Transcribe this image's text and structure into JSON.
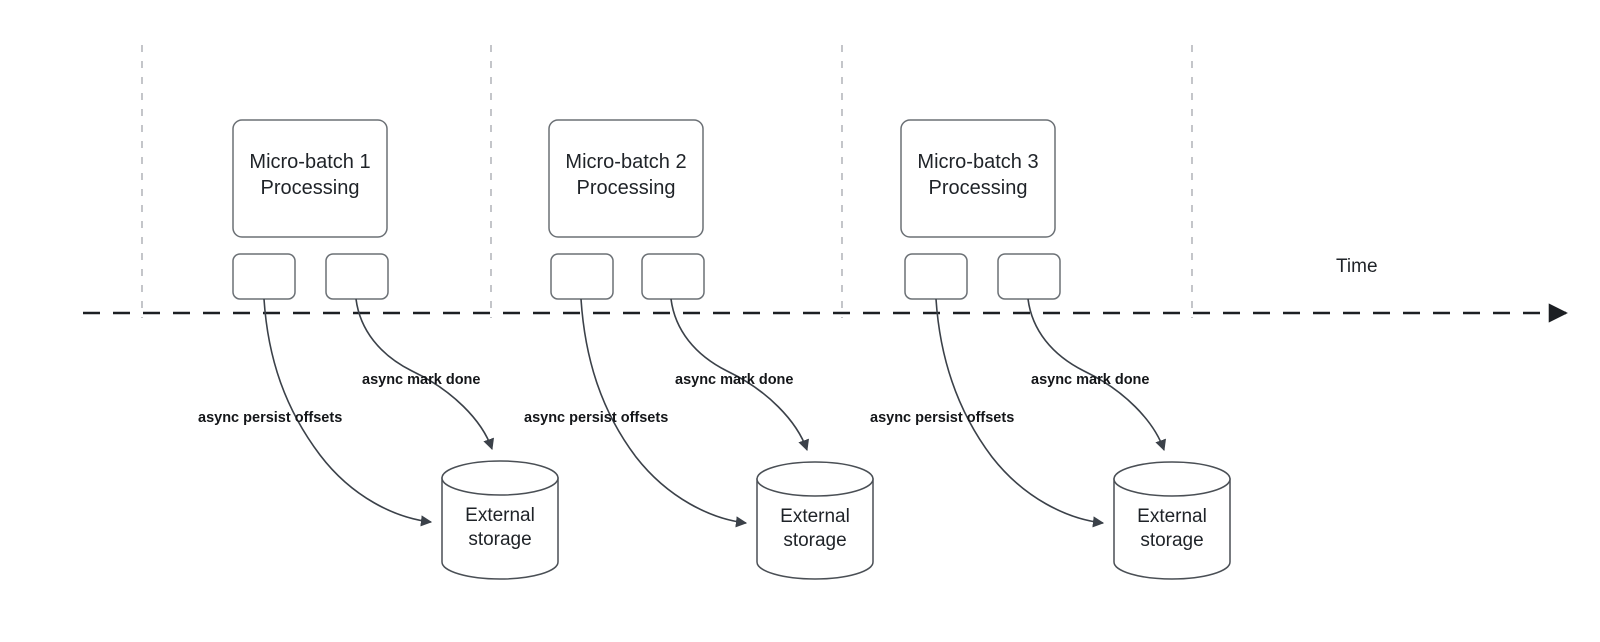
{
  "diagram": {
    "title_text": "",
    "colors": {
      "stroke": "#4a4f55",
      "node_stroke": "#6b7075",
      "timeline": "#1c1f23",
      "tick": "#b6b7bc",
      "text": "#1f2328",
      "label_text": "#141619",
      "background": "#ffffff"
    },
    "timeline": {
      "axis_label": "Time",
      "arrow_icon": "arrow-right-icon"
    },
    "tick_count": 4,
    "groups": [
      {
        "id": "batch-1",
        "batch_label": "Micro-batch 1\nProcessing",
        "task_boxes": [
          "",
          ""
        ],
        "edges": [
          {
            "id": "persist-1",
            "label": "async persist offsets"
          },
          {
            "id": "markdone-1",
            "label": "async mark done"
          }
        ],
        "storage_label": "External\nstorage"
      },
      {
        "id": "batch-2",
        "batch_label": "Micro-batch 2\nProcessing",
        "task_boxes": [
          "",
          ""
        ],
        "edges": [
          {
            "id": "persist-2",
            "label": "async persist offsets"
          },
          {
            "id": "markdone-2",
            "label": "async mark done"
          }
        ],
        "storage_label": "External\nstorage"
      },
      {
        "id": "batch-3",
        "batch_label": "Micro-batch 3\nProcessing",
        "task_boxes": [
          "",
          ""
        ],
        "edges": [
          {
            "id": "persist-3",
            "label": "async persist offsets"
          },
          {
            "id": "markdone-3",
            "label": "async mark done"
          }
        ],
        "storage_label": "External\nstorage"
      }
    ]
  }
}
